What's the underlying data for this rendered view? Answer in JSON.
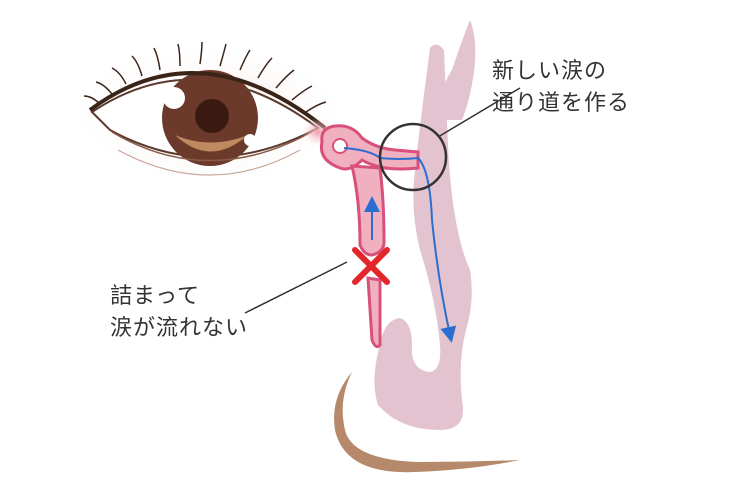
{
  "labels": {
    "new_passage": [
      "新しい涙の",
      "通り道を作る"
    ],
    "blocked": [
      "詰まって",
      "涙が流れない"
    ]
  },
  "colors": {
    "iris": "#6b3a2a",
    "pupil": "#3a1a10",
    "iris_highlight": "#c08a60",
    "duct": "#e8a5b5",
    "duct_outline": "#d9507a",
    "nasal": "#e3c3cf",
    "flow_arrow": "#2a6fd0",
    "block_mark": "#e2262a",
    "skin_line": "#b5896a",
    "callout": "#333333"
  }
}
